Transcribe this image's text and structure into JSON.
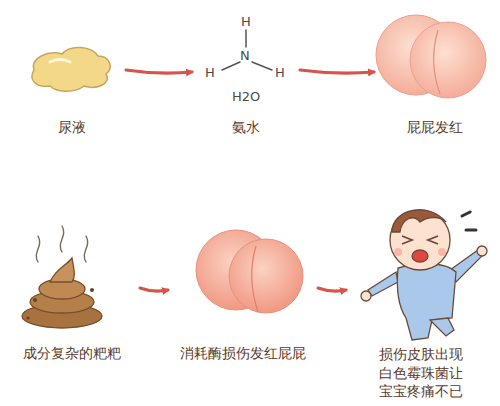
{
  "diagram": {
    "nodes": [
      {
        "text": [
          "尿液"
        ]
      },
      {
        "text": [
          "氨水"
        ]
      },
      {
        "text": [
          "屁屁发红"
        ]
      },
      {
        "text": [
          "成分复杂的粑粑"
        ]
      },
      {
        "text": [
          "消耗酶损伤发红屁屁"
        ]
      },
      {
        "text": [
          "损伤皮肤出现白色霉珠菌让宝宝疼痛不已"
        ]
      }
    ],
    "edges": [
      {
        "from": 0,
        "to": 1,
        "arrow": "to"
      },
      {
        "from": 1,
        "to": 2,
        "arrow": "to"
      },
      {
        "from": 3,
        "to": 4,
        "arrow": "to"
      },
      {
        "from": 4,
        "to": 5,
        "arrow": "to"
      }
    ],
    "labels": [
      "H",
      "H",
      "N",
      "H",
      "H2O"
    ]
  }
}
